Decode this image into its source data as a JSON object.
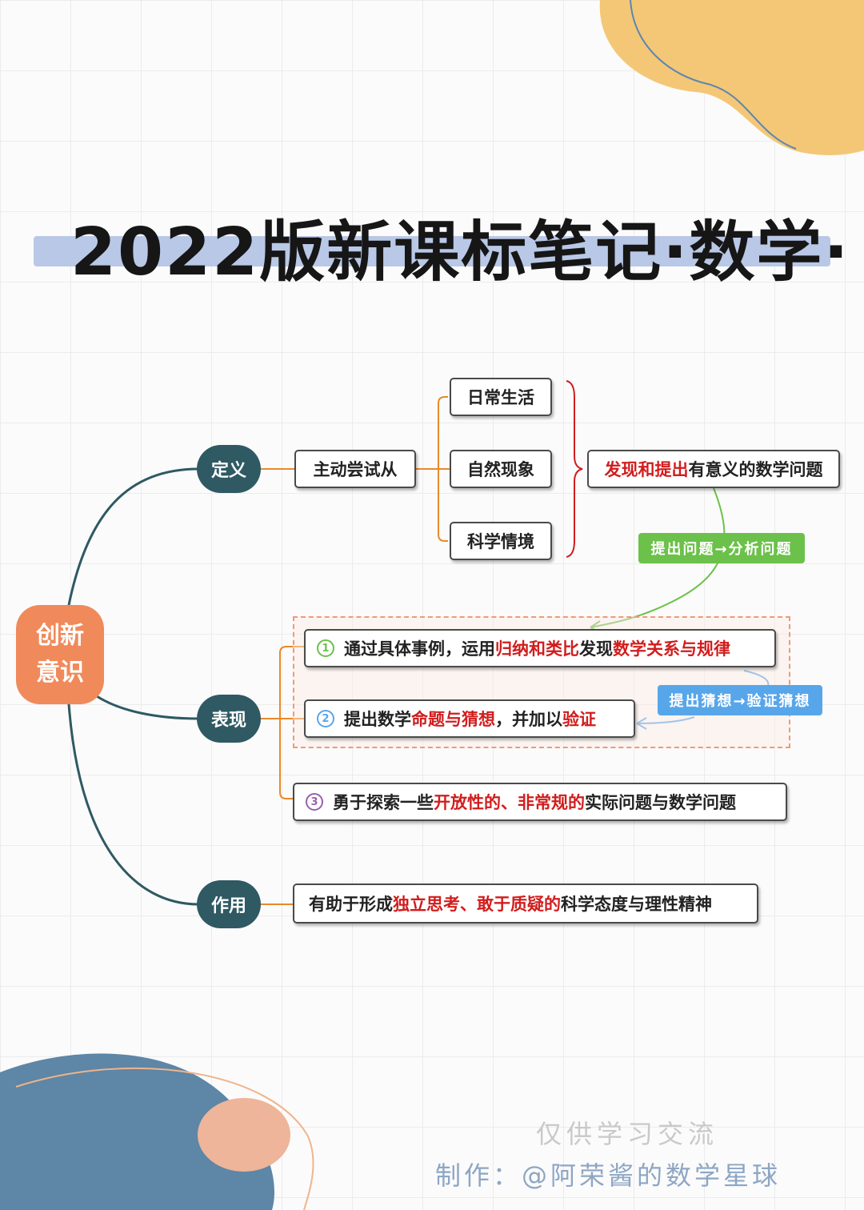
{
  "title": "2022版新课标笔记·数学·",
  "root": {
    "line1": "创新",
    "line2": "意识"
  },
  "branches": {
    "definition": {
      "label": "定义",
      "step": "主动尝试从",
      "sources": [
        "日常生活",
        "自然现象",
        "科学情境"
      ],
      "result": {
        "highlight": "发现和提出",
        "rest": "有意义的数学问题"
      }
    },
    "tag_green": "提出问题→分析问题",
    "performance": {
      "label": "表现",
      "items": [
        {
          "marker": "1",
          "parts": [
            "通过具体事例，运用",
            "归纳和类比",
            "发现",
            "数学关系与规律"
          ]
        },
        {
          "marker": "2",
          "parts": [
            "提出数学",
            "命题与猜想",
            "，并加以",
            "验证"
          ]
        },
        {
          "marker": "3",
          "parts": [
            "勇于探索一些",
            "开放性的、非常规的",
            "实际问题与数学问题"
          ]
        }
      ]
    },
    "tag_blue": "提出猜想→验证猜想",
    "role": {
      "label": "作用",
      "parts": [
        "有助于形成",
        "独立思考、敢于质疑的",
        "科学态度与理性精神"
      ]
    }
  },
  "footer": {
    "line1": "仅供学习交流",
    "line2": "制作：@阿荣酱的数学星球"
  },
  "colors": {
    "accent_orange": "#f08a5b",
    "branch_teal": "#2f5963",
    "highlight_red": "#d11d1d",
    "tag_green": "#6cc14a",
    "tag_blue": "#58a6ea",
    "connector_orange": "#e8892b"
  }
}
